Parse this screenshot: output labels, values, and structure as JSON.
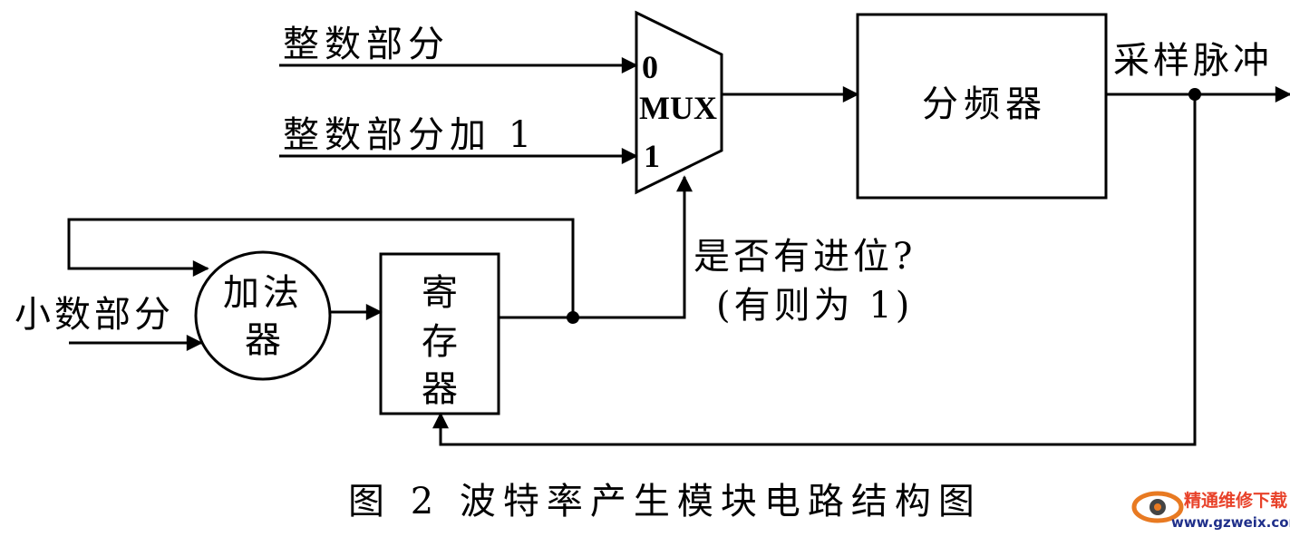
{
  "inputs": {
    "integer_part": "整数部分",
    "integer_part_plus_one": "整数部分加 1",
    "fraction_part": "小数部分"
  },
  "mux": {
    "label": "MUX",
    "input0": "0",
    "input1": "1"
  },
  "divider": {
    "label": "分频器"
  },
  "output": {
    "label": "采样脉冲"
  },
  "adder": {
    "line1": "加法",
    "line2": "器"
  },
  "register": {
    "line1": "寄",
    "line2": "存",
    "line3": "器"
  },
  "carry": {
    "question": "是否有进位?",
    "note": "(有则为 1)"
  },
  "caption": "图 2 波特率产生模块电路结构图",
  "watermark": {
    "name": "精通维修下载",
    "url": "www.gzweix.com",
    "icon": "eye-logo-icon",
    "name_color": "#e8422a",
    "url_color": "#1f2f8a",
    "ring_color": "#e87a22"
  },
  "colors": {
    "line": "#000000",
    "background": "#ffffff"
  }
}
